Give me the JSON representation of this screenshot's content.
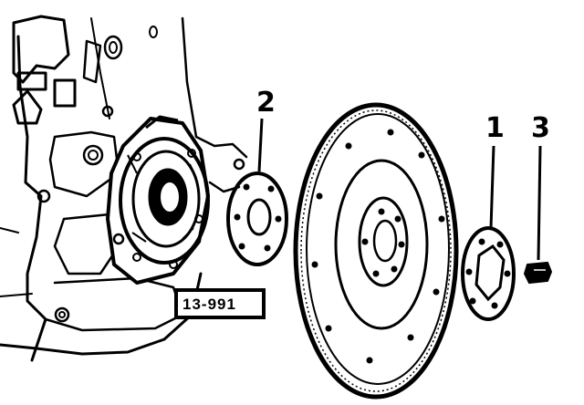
{
  "figure": {
    "callouts": {
      "spacer": "2",
      "drive_plate": "1",
      "bolt": "3"
    },
    "reference_label": "13-991"
  }
}
